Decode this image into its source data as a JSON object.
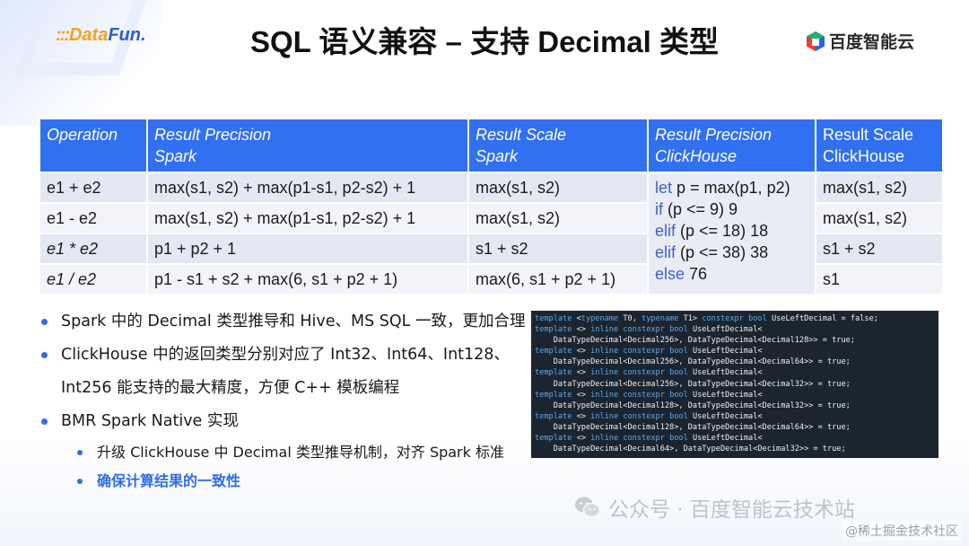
{
  "brand_left": {
    "dots": ":::",
    "part1": "Data",
    "part2": "Fun."
  },
  "title": "SQL 语义兼容 – 支持 Decimal 类型",
  "brand_right": {
    "text": "百度智能云",
    "icon": "baidu-cloud-cube-icon"
  },
  "table": {
    "headers": [
      [
        "Operation"
      ],
      [
        "Result Precision",
        "Spark"
      ],
      [
        "Result Scale",
        "Spark"
      ],
      [
        "Result Precision",
        "ClickHouse"
      ],
      [
        "Result Scale",
        "ClickHouse"
      ]
    ],
    "rows": [
      {
        "op": "e1 + e2",
        "prec": "max(s1, s2) + max(p1-s1, p2-s2) + 1",
        "scale": "max(s1, s2)",
        "ch_scale": "max(s1, s2)"
      },
      {
        "op": "e1 - e2",
        "prec": "max(s1, s2) + max(p1-s1, p2-s2) + 1",
        "scale": "max(s1, s2)",
        "ch_scale": "max(s1, s2)"
      },
      {
        "op": "e1 * e2",
        "prec": "p1 + p2 + 1",
        "scale": "s1 + s2",
        "ch_scale": "s1 + s2"
      },
      {
        "op": "e1 / e2",
        "prec": "p1 - s1 + s2 + max(6, s1 + p2 + 1)",
        "scale": "max(6, s1 + p2 + 1)",
        "ch_scale": "s1"
      }
    ],
    "clickhouse_precision": [
      {
        "kw": "let",
        "rest": " p = max(p1, p2)"
      },
      {
        "kw": "if",
        "rest": " (p <= 9) 9"
      },
      {
        "kw": "elif",
        "rest": " (p <= 18) 18"
      },
      {
        "kw": "elif",
        "rest": " (p <= 38) 38"
      },
      {
        "kw": "else",
        "rest": " 76"
      }
    ]
  },
  "bullets": [
    "Spark 中的 Decimal 类型推导和 Hive、MS SQL 一致，更加合理",
    "ClickHouse 中的返回类型分别对应了 Int32、Int64、Int128、Int256 能支持的最大精度，方便 C++ 模板编程",
    "BMR Spark Native 实现"
  ],
  "sub_bullets": [
    "升级 ClickHouse 中 Decimal 类型推导机制，对齐 Spark 标准",
    "确保计算结果的一致性"
  ],
  "code_lines": [
    [
      [
        "k",
        "template"
      ],
      [
        "t",
        " <"
      ],
      [
        "k",
        "typename"
      ],
      [
        "t",
        " T0, "
      ],
      [
        "k",
        "typename"
      ],
      [
        "t",
        " T1> "
      ],
      [
        "k",
        "constexpr bool"
      ],
      [
        "t",
        " UseLeftDecimal = false;"
      ]
    ],
    [
      [
        "k",
        "template"
      ],
      [
        "t",
        " <> "
      ],
      [
        "k",
        "inline constexpr bool"
      ],
      [
        "t",
        " UseLeftDecimal<"
      ]
    ],
    [
      [
        "t",
        "    DataTypeDecimal<Decimal256>, DataTypeDecimal<Decimal128>> = true;"
      ]
    ],
    [
      [
        "k",
        "template"
      ],
      [
        "t",
        " <> "
      ],
      [
        "k",
        "inline constexpr bool"
      ],
      [
        "t",
        " UseLeftDecimal<"
      ]
    ],
    [
      [
        "t",
        "    DataTypeDecimal<Decimal256>, DataTypeDecimal<Decimal64>> = true;"
      ]
    ],
    [
      [
        "k",
        "template"
      ],
      [
        "t",
        " <> "
      ],
      [
        "k",
        "inline constexpr bool"
      ],
      [
        "t",
        " UseLeftDecimal<"
      ]
    ],
    [
      [
        "t",
        "    DataTypeDecimal<Decimal256>, DataTypeDecimal<Decimal32>> = true;"
      ]
    ],
    [
      [
        "k",
        "template"
      ],
      [
        "t",
        " <> "
      ],
      [
        "k",
        "inline constexpr bool"
      ],
      [
        "t",
        " UseLeftDecimal<"
      ]
    ],
    [
      [
        "t",
        "    DataTypeDecimal<Decimal128>, DataTypeDecimal<Decimal32>> = true;"
      ]
    ],
    [
      [
        "k",
        "template"
      ],
      [
        "t",
        " <> "
      ],
      [
        "k",
        "inline constexpr bool"
      ],
      [
        "t",
        " UseLeftDecimal<"
      ]
    ],
    [
      [
        "t",
        "    DataTypeDecimal<Decimal128>, DataTypeDecimal<Decimal64>> = true;"
      ]
    ],
    [
      [
        "k",
        "template"
      ],
      [
        "t",
        " <> "
      ],
      [
        "k",
        "inline constexpr bool"
      ],
      [
        "t",
        " UseLeftDecimal<"
      ]
    ],
    [
      [
        "t",
        "    DataTypeDecimal<Decimal64>, DataTypeDecimal<Decimal32>> = true;"
      ]
    ]
  ],
  "watermark": {
    "text": "公众号 · 百度智能云技术站",
    "icon": "wechat-icon"
  },
  "source_tag": "@稀土掘金技术社区"
}
